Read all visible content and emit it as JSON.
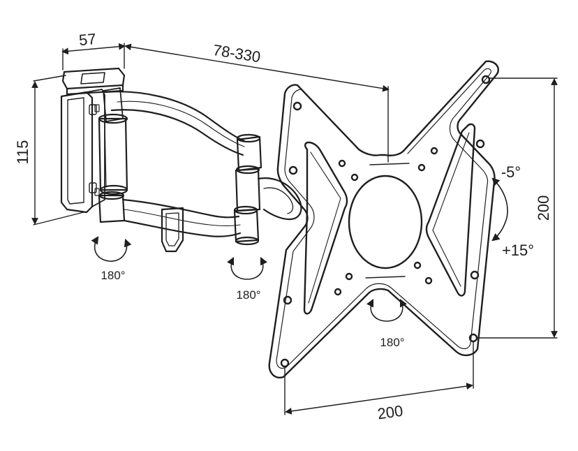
{
  "diagram": {
    "colors": {
      "ink": "#1e1e1e",
      "background": "#ffffff"
    },
    "dimensions": {
      "depth": "57",
      "extension": "78-330",
      "wall_plate_height": "115",
      "vesa_vertical": "200",
      "vesa_horizontal": "200"
    },
    "rotations": {
      "arm_swivel_1": "180°",
      "arm_swivel_2": "180°",
      "plate_rotation": "180°"
    },
    "tilt": {
      "up": "-5°",
      "down": "+15°"
    }
  }
}
